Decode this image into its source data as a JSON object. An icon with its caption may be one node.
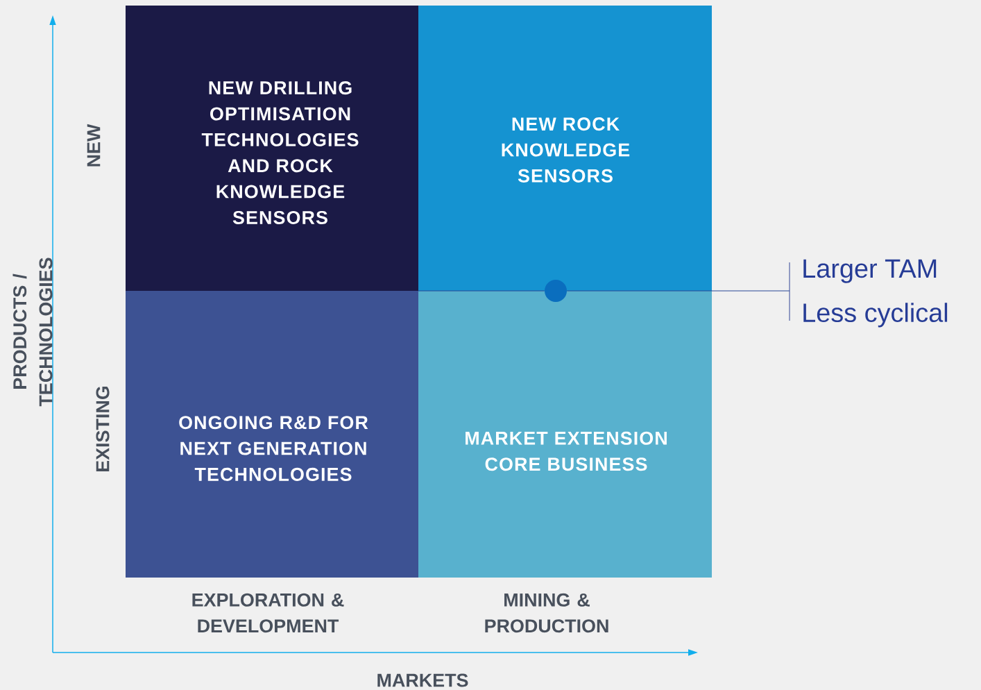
{
  "diagram": {
    "nodes": [
      {
        "text": [
          "NEW DRILLING OPTIMISATION TECHNOLOGIES AND ROCK KNOWLEDGE SENSORS"
        ]
      },
      {
        "text": [
          "NEW ROCK KNOWLEDGE SENSORS"
        ]
      },
      {
        "text": [
          "ONGOING R&D FOR NEXT GENERATION TECHNOLOGIES"
        ]
      },
      {
        "text": [
          "MARKET EXTENSION  CORE BUSINESS"
        ]
      },
      {
        "text": [
          "Larger TAM",
          "Less cyclical"
        ]
      },
      {
        "text": [],
        "shape": "circle"
      }
    ],
    "edges": [
      {
        "from": 5,
        "to": 4,
        "arrow": "none"
      }
    ],
    "labels": [
      "NEW",
      "PRODUCTS / TECHNOLOGIES",
      "EXISTING",
      "EXPLORATION & DEVELOPMENT",
      "MINING & PRODUCTION",
      "MARKETS"
    ]
  }
}
